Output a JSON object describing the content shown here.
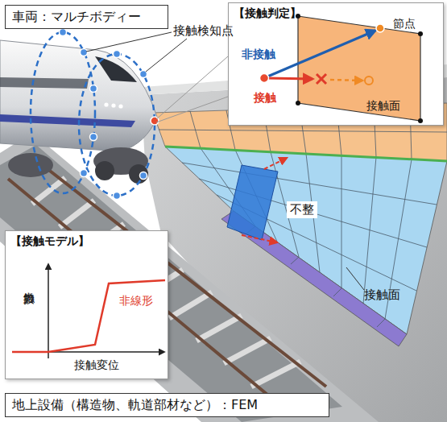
{
  "diagram": {
    "nodes": [
      {
        "text": [
          "車両：マルチボディー"
        ]
      },
      {
        "text": [
          "【接触判定】"
        ]
      },
      {
        "text": [
          "【接触モデル】"
        ]
      },
      {
        "text": [
          "地上設備（構造物、軌道部材など）：FEM"
        ]
      }
    ],
    "labels": [
      "接触検知点",
      "非接触",
      "接触",
      "節点",
      "接触面",
      "不整",
      "接触面",
      "非線形",
      "接触力",
      "接触変位"
    ]
  }
}
